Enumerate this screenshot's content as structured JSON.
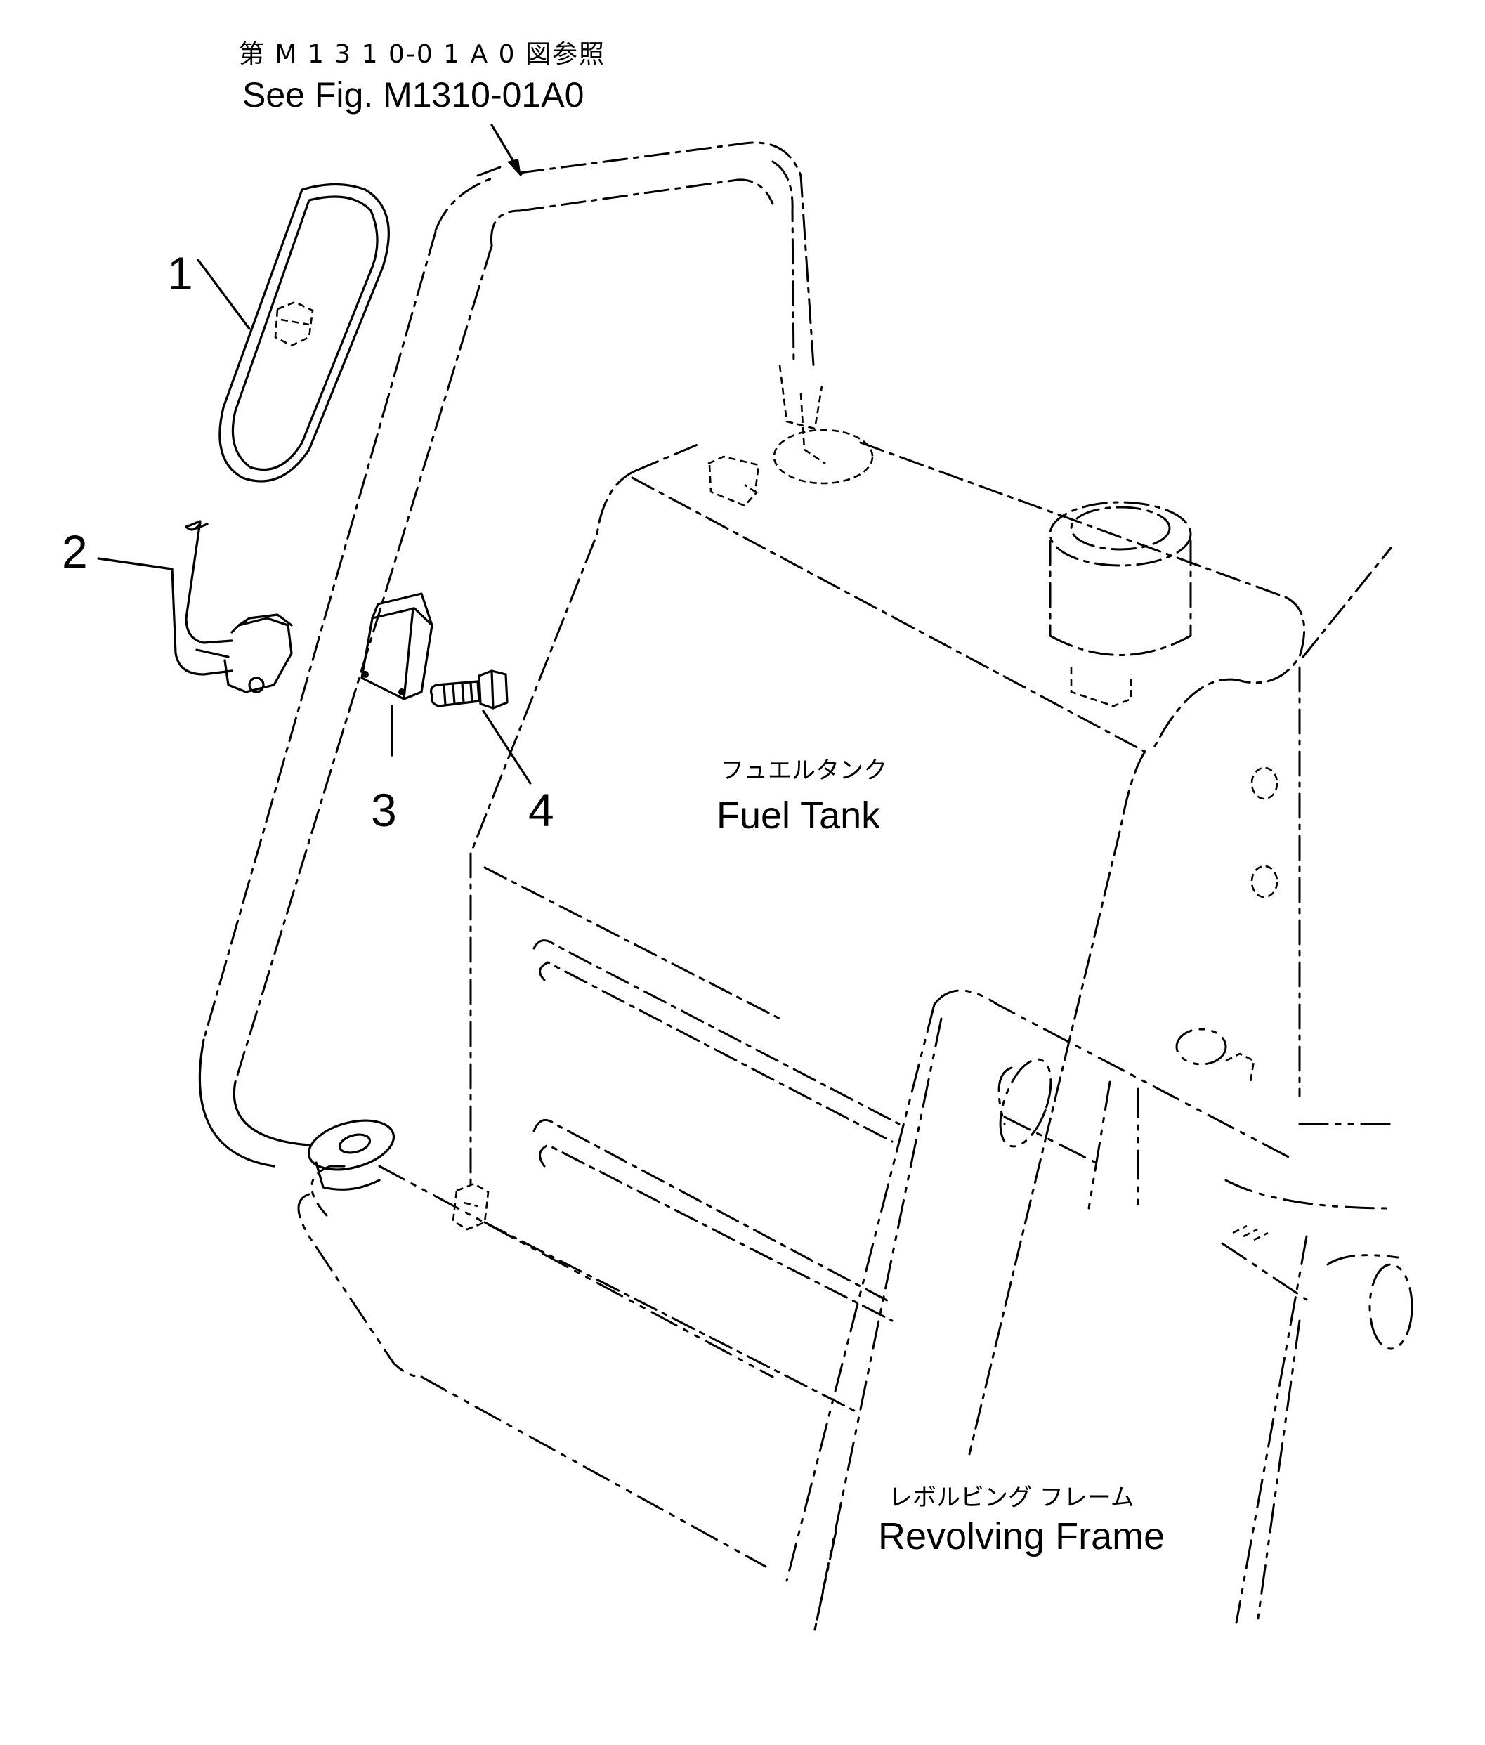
{
  "reference": {
    "jp": "第 M 1 3 1 0-0 1 A 0 図参照",
    "en": "See Fig. M1310-01A0"
  },
  "callouts": [
    {
      "number": "1"
    },
    {
      "number": "2"
    },
    {
      "number": "3"
    },
    {
      "number": "4"
    }
  ],
  "labels": {
    "fuel_tank_jp": "フュエルタンク",
    "fuel_tank_en": "Fuel Tank",
    "frame_jp": "レボルビング フレーム",
    "frame_en": "Revolving Frame"
  }
}
